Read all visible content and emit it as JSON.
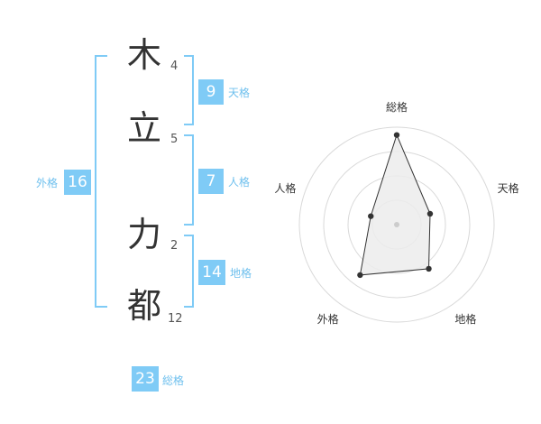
{
  "name": {
    "chars": [
      {
        "kanji": "木",
        "strokes": "4"
      },
      {
        "kanji": "立",
        "strokes": "5"
      },
      {
        "kanji": "力",
        "strokes": "2"
      },
      {
        "kanji": "都",
        "strokes": "12"
      }
    ]
  },
  "kaku": {
    "tenkaku": {
      "label": "天格",
      "value": "9"
    },
    "jinkaku": {
      "label": "人格",
      "value": "7"
    },
    "chikaku": {
      "label": "地格",
      "value": "14"
    },
    "gaikaku": {
      "label": "外格",
      "value": "16"
    },
    "soukaku": {
      "label": "総格",
      "value": "23"
    }
  },
  "colors": {
    "accent": "#7fcbf6",
    "bracket": "#7fcbf6",
    "text": "#333333"
  },
  "chart_data": {
    "type": "radar",
    "axes": [
      "総格",
      "天格",
      "地格",
      "外格",
      "人格"
    ],
    "values": [
      23,
      9,
      14,
      16,
      7
    ],
    "rings": 4,
    "max": 25
  }
}
